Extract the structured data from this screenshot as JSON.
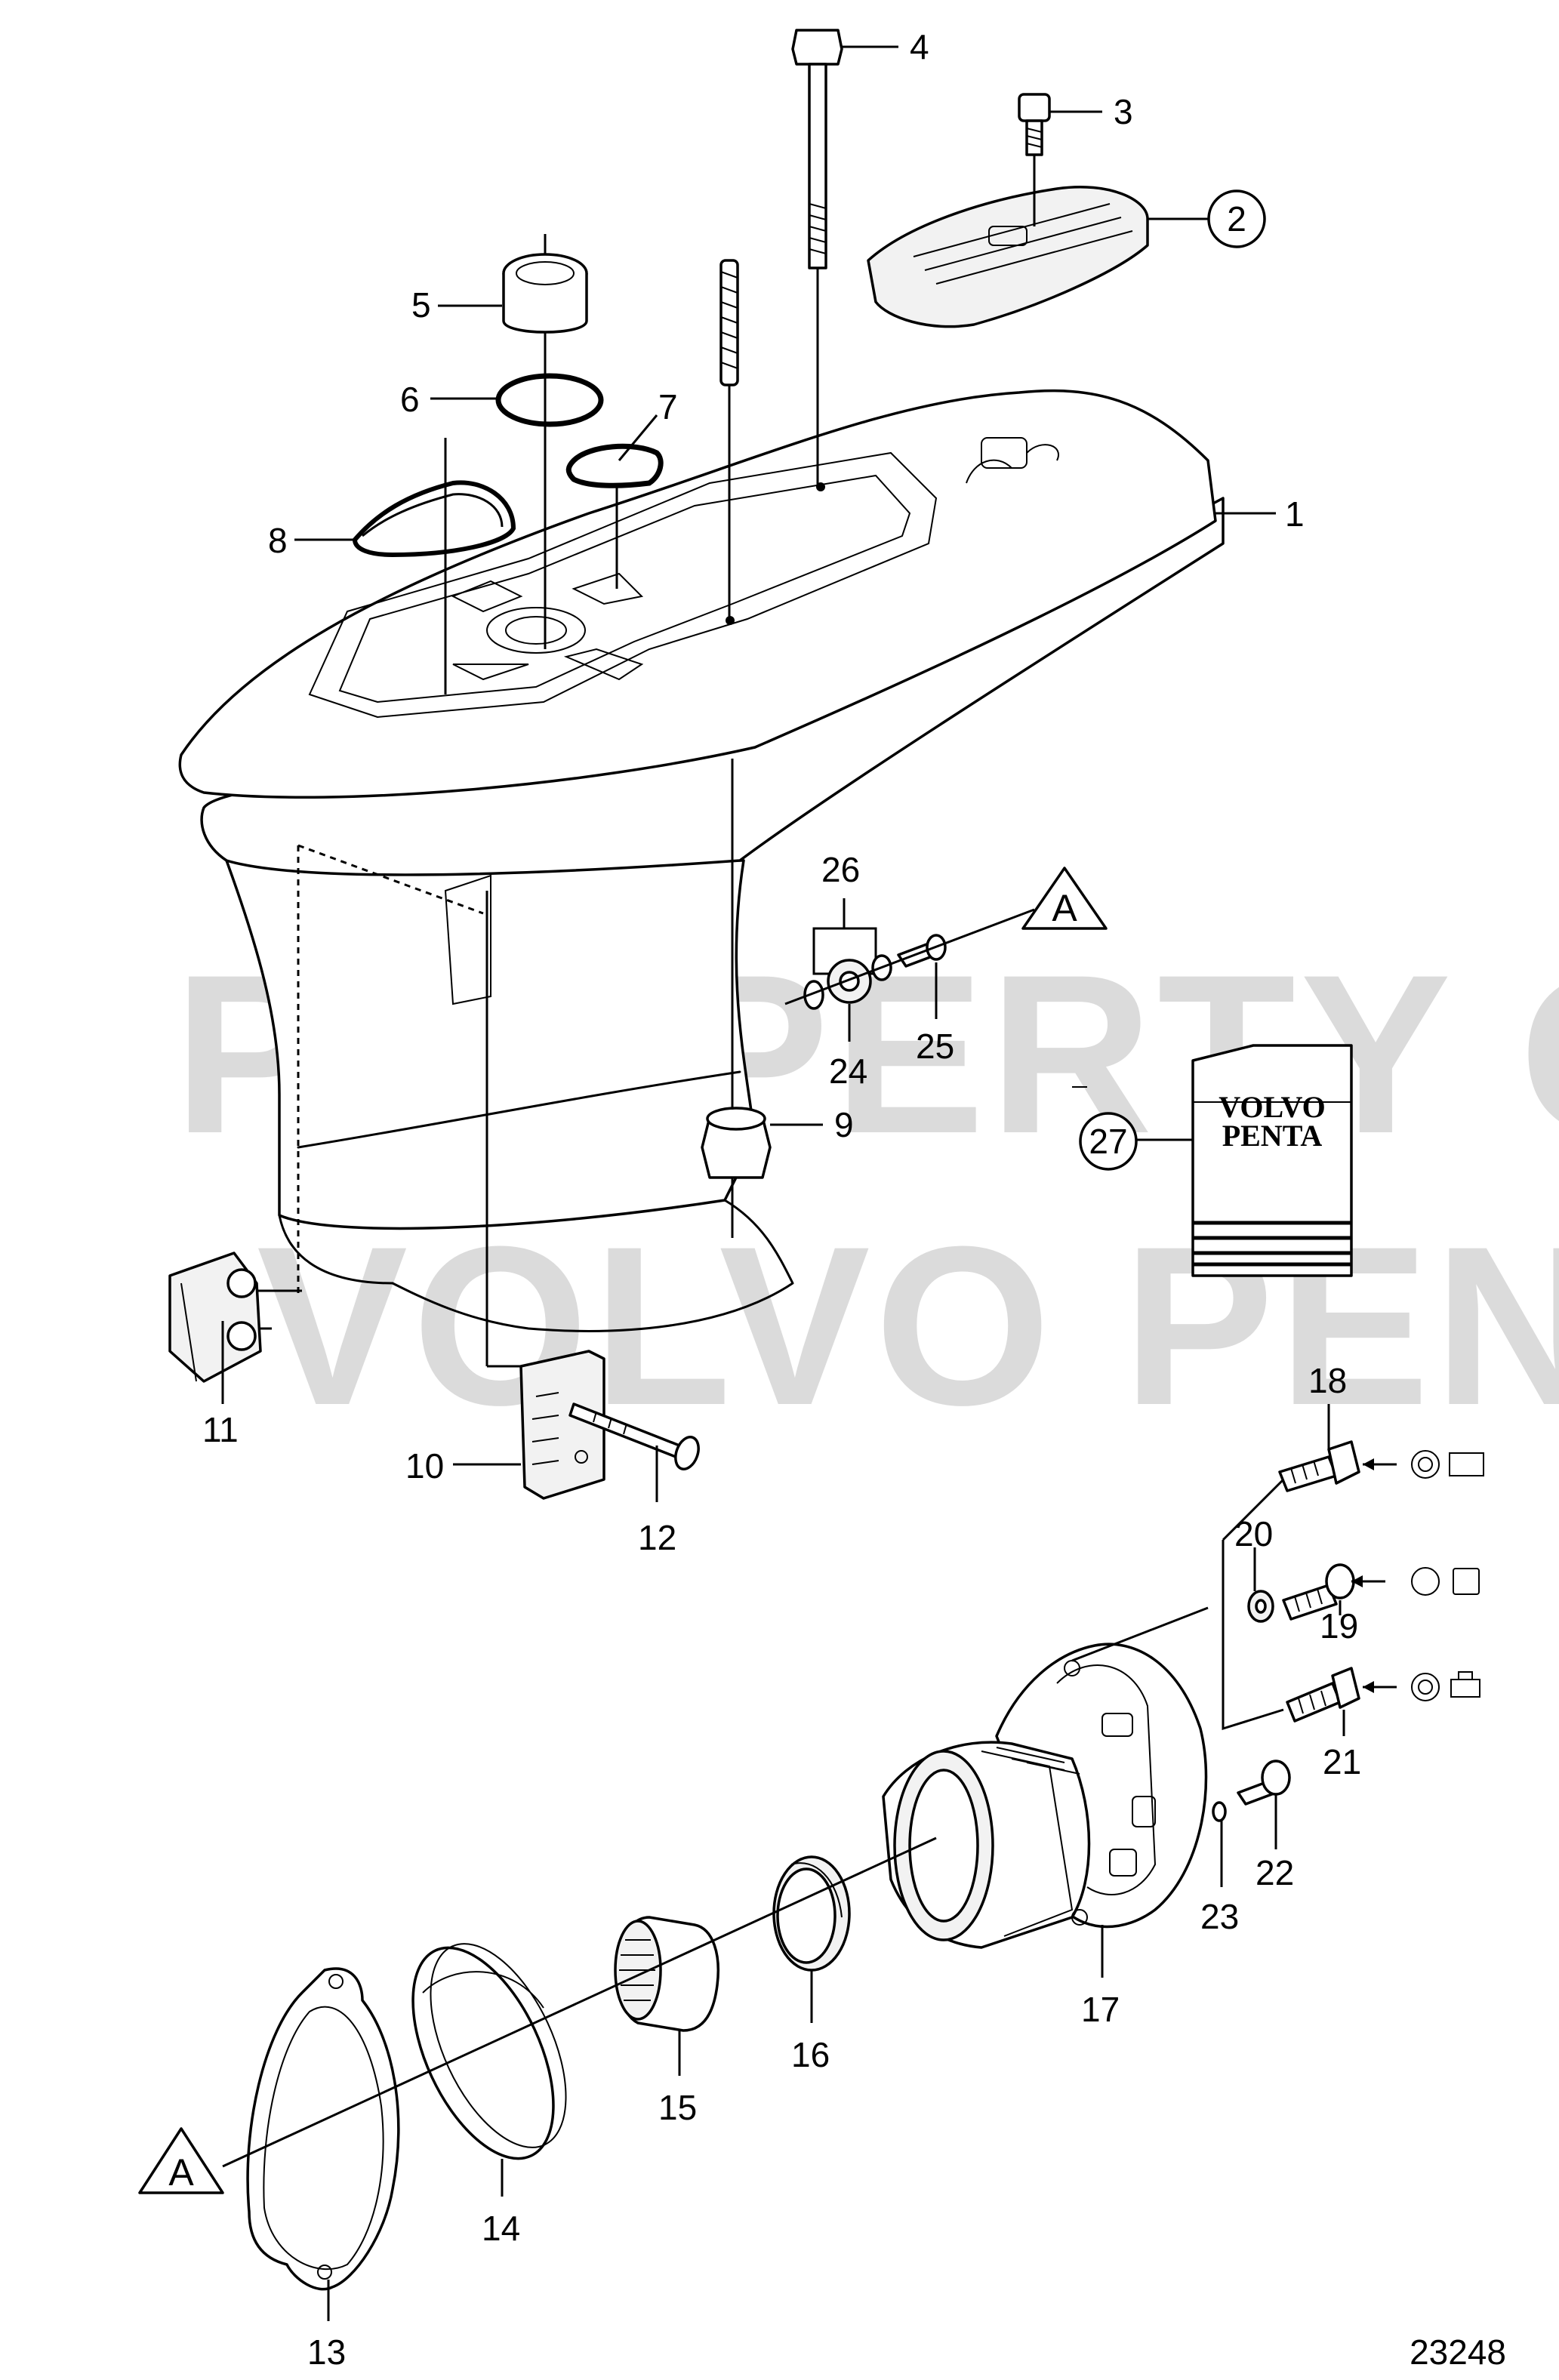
{
  "diagram": {
    "reference_number": "23248",
    "watermark": {
      "line1": "PROPERTY OF",
      "line2": "VOLVO PENTA"
    },
    "volvo_box_label": {
      "line1": "VOLVO",
      "line2": "PENTA"
    },
    "section_marker": "A",
    "callouts": [
      "1",
      "2",
      "3",
      "4",
      "5",
      "6",
      "7",
      "8",
      "9",
      "10",
      "11",
      "12",
      "13",
      "14",
      "15",
      "16",
      "17",
      "18",
      "19",
      "20",
      "21",
      "22",
      "23",
      "24",
      "25",
      "26",
      "27"
    ]
  }
}
